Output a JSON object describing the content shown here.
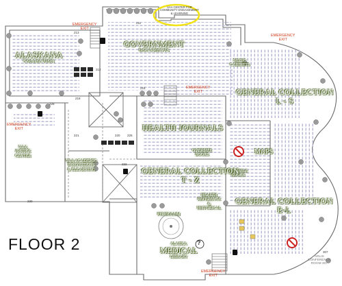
{
  "floor_title": "FLOOR 2",
  "areas": {
    "alaskana": "ALASKANA",
    "alaskana_sub": "COLLECTION",
    "government": "GOVERNMENT",
    "government_sub": "DOCUMENTS",
    "music": "MUSIC",
    "music_sub": "CABINETS",
    "gen_ls": "GENERAL COLLECTION",
    "gen_ls_sub": "L - S",
    "health_journals": "HEALTH JOURNALS",
    "maps": "MAPS",
    "juvenile": "JUVENILE",
    "juvenile_sub": "BOOKS",
    "gen_tz": "GENERAL COLLECTION",
    "gen_tz_sub": "T - Z",
    "gen_el": "GENERAL COLLECTION",
    "gen_el_sub": "E-L",
    "oversize": "OVERSIZE",
    "oversize_sub": "BOOKS",
    "health_ref": "HEALTH",
    "health_ref_2": "REFERENCE",
    "health_ref_3": "&",
    "health_ref_4": "HISTORICAL",
    "pendulum": "PENDULUM",
    "medical_small": "ALASKA",
    "medical": "MEDICAL",
    "medical_sub": "LIBRARY",
    "justice": "UAA",
    "justice_2": "JUSTICE",
    "justice_3": "CENTER",
    "innov": "UAA ACADEMIC",
    "innov_2": "INNOVATIONS",
    "innov_3": "& ELEARNING",
    "ccel": "UAA CENTER FOR",
    "ccel_2": "COMMUNITY ENGAGEMENT",
    "ccel_3": "& LEARNING",
    "rasmuson": "ARLIS",
    "rasmuson_2": "CONFERENCE",
    "rasmuson_3": "ROOM 307"
  },
  "exits": {
    "e1": "EMERGENCY",
    "e1b": "EXIT",
    "e2": "EMERGENCY",
    "e2b": "EXIT",
    "e3": "EMERGENCY",
    "e3b": "EXIT",
    "e4": "EMERGENCY",
    "e4b": "EXIT",
    "e5": "EMERGENCY",
    "e5b": "EXIT"
  },
  "room_numbers": {
    "r213": "213",
    "r211": "211",
    "r212": "212",
    "r215": "215",
    "r218": "218",
    "r220": "220",
    "r221": "221",
    "r222": "222",
    "r225": "225",
    "r228": "228",
    "r230": "230",
    "r307": "307"
  },
  "help_symbol": "?",
  "colors": {
    "highlight": "#f2e21a",
    "text_shadow": "#556b2f",
    "exit": "#d23b1a",
    "line": "#6a6a6a",
    "shelf": "#b9b9d6",
    "no_symbol": "#cc2222"
  }
}
